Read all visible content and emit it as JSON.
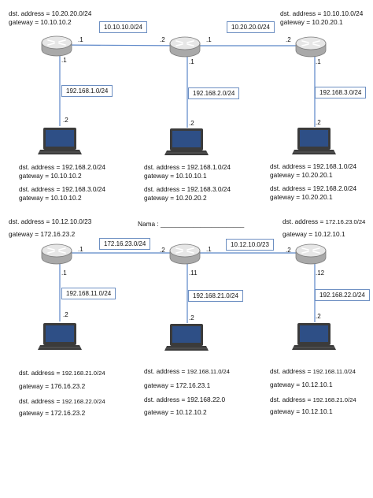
{
  "network1": {
    "r1_route": {
      "dst": "dst. address = 10.20.20.0/24",
      "gw": "gateway = 10.10.10.2"
    },
    "r3_route": {
      "dst": "dst. address = 10.10.10.0/24",
      "gw": "gateway = 10.20.20.1"
    },
    "link_12": "10.10.10.0/24",
    "link_23": "10.20.20.0/24",
    "lan1": "192.168.1.0/24",
    "lan2": "192.168.2.0/24",
    "lan3": "192.168.3.0/24",
    "ports": {
      "r1_right": ".1",
      "r2_left": ".2",
      "r2_right": ".1",
      "r3_left": ".2",
      "r1_down": ".1",
      "r2_down": ".1",
      "r3_down": ".1",
      "pc1": ".2",
      "pc2": ".2",
      "pc3": ".2"
    },
    "pc1_routes": [
      {
        "dst": "dst. address = 192.168.2.0/24",
        "gw": "gateway = 10.10.10.2"
      },
      {
        "dst": "dst. address = 192.168.3.0/24",
        "gw": "gateway = 10.10.10.2"
      }
    ],
    "pc2_routes": [
      {
        "dst": "dst. address = 192.168.1.0/24",
        "gw": "gateway = 10.10.10.1"
      },
      {
        "dst": "dst. address = 192.168.3.0/24",
        "gw": "gateway = 10.20.20.2"
      }
    ],
    "pc3_routes": [
      {
        "dst": "dst. address = 192.168.1.0/24",
        "gw": "gateway = 10.20.20.1"
      },
      {
        "dst": "dst. address = 192.168.2.0/24",
        "gw": "gateway = 10.20.20.1"
      }
    ]
  },
  "nama_label": "Nama : _______________________",
  "network2": {
    "r1_route": {
      "dst": "dst. address = 10.12.10.0/23",
      "gw": "gateway   = 172.16.23.2"
    },
    "r3_route": {
      "dst_prefix": "dst. address = ",
      "dst_value": "172.16.23.0/24",
      "gw": "gateway = 10.12.10.1"
    },
    "link_12": "172.16.23.0/24",
    "link_23": "10.12.10.0/23",
    "lan1": "192.168.11.0/24",
    "lan2": "192.168.21.0/24",
    "lan3": "192.168.22.0/24",
    "ports": {
      "r1_right": ".1",
      "r2_left": ".2",
      "r2_right": ".1",
      "r3_left": ".2",
      "r1_down": ".1",
      "r2_down": ".11",
      "r3_down": ".12",
      "pc1": ".2",
      "pc2": ".2",
      "pc3": ".2"
    },
    "pc1_routes": [
      {
        "dst_prefix": "dst. address = ",
        "dst_value": "192.168.21.0/24",
        "gw": "gateway = 176.16.23.2"
      },
      {
        "dst_prefix": "dst. address = ",
        "dst_value": "192.168.22.0/24",
        "gw": "gateway = 172.16.23.2"
      }
    ],
    "pc2_routes": [
      {
        "dst_prefix": "dst. address = ",
        "dst_value": "192.168.11.0/24",
        "gw": "gateway = 172.16.23.1"
      },
      {
        "dst_prefix": "dst. address = ",
        "dst_value": "192.168.22.0",
        "gw": "gateway = 10.12.10.2"
      }
    ],
    "pc3_routes": [
      {
        "dst_prefix": "dst. address = ",
        "dst_value": "192.168.11.0/24",
        "gw": "gateway = 10.12.10.1"
      },
      {
        "dst_prefix": "dst. address = ",
        "dst_value": "192.168.21.0/24",
        "gw": "gateway = 10.12.10.1"
      }
    ]
  },
  "colors": {
    "link": "#5b86c8",
    "router_top": "#e6e6e6",
    "router_side": "#a9a9a9",
    "router_edge": "#7a7a7a",
    "laptop": "#3b3b3b",
    "screen": "#2e4f86"
  }
}
